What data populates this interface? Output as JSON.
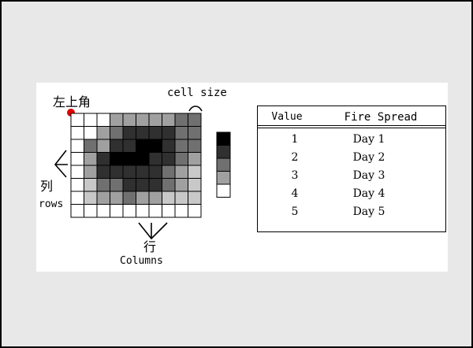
{
  "labels": {
    "corner": "左上角",
    "cell_size": "cell size",
    "rows_cn": "列",
    "rows_en": "rows",
    "cols_cn": "行",
    "cols_en": "Columns"
  },
  "grid": {
    "rows": 8,
    "cols": 10,
    "values": [
      [
        0,
        0,
        0,
        2,
        2,
        2,
        2,
        2,
        3,
        3
      ],
      [
        0,
        0,
        2,
        3,
        4,
        4,
        4,
        4,
        3,
        3
      ],
      [
        0,
        3,
        2,
        4,
        4,
        5,
        5,
        4,
        3,
        3
      ],
      [
        0,
        2,
        4,
        5,
        5,
        5,
        4,
        4,
        3,
        2
      ],
      [
        0,
        2,
        4,
        4,
        4,
        4,
        4,
        3,
        2,
        1
      ],
      [
        0,
        1,
        3,
        3,
        4,
        4,
        4,
        3,
        2,
        1
      ],
      [
        0,
        1,
        2,
        2,
        3,
        2,
        2,
        1,
        1,
        1
      ],
      [
        0,
        0,
        0,
        0,
        0,
        0,
        0,
        0,
        0,
        0
      ]
    ]
  },
  "colors": {
    "0": "#ffffff",
    "1": "#c8c8c8",
    "2": "#a0a0a0",
    "3": "#707070",
    "4": "#303030",
    "5": "#000000",
    "marker": "#e00000"
  },
  "scale": [
    5,
    4,
    3,
    2,
    0
  ],
  "table": {
    "header": {
      "value": "Value",
      "spread": "Fire Spread"
    },
    "rows": [
      {
        "value": "1",
        "spread": "Day 1"
      },
      {
        "value": "2",
        "spread": "Day 2"
      },
      {
        "value": "3",
        "spread": "Day 3"
      },
      {
        "value": "4",
        "spread": "Day 4"
      },
      {
        "value": "5",
        "spread": "Day 5"
      }
    ]
  }
}
